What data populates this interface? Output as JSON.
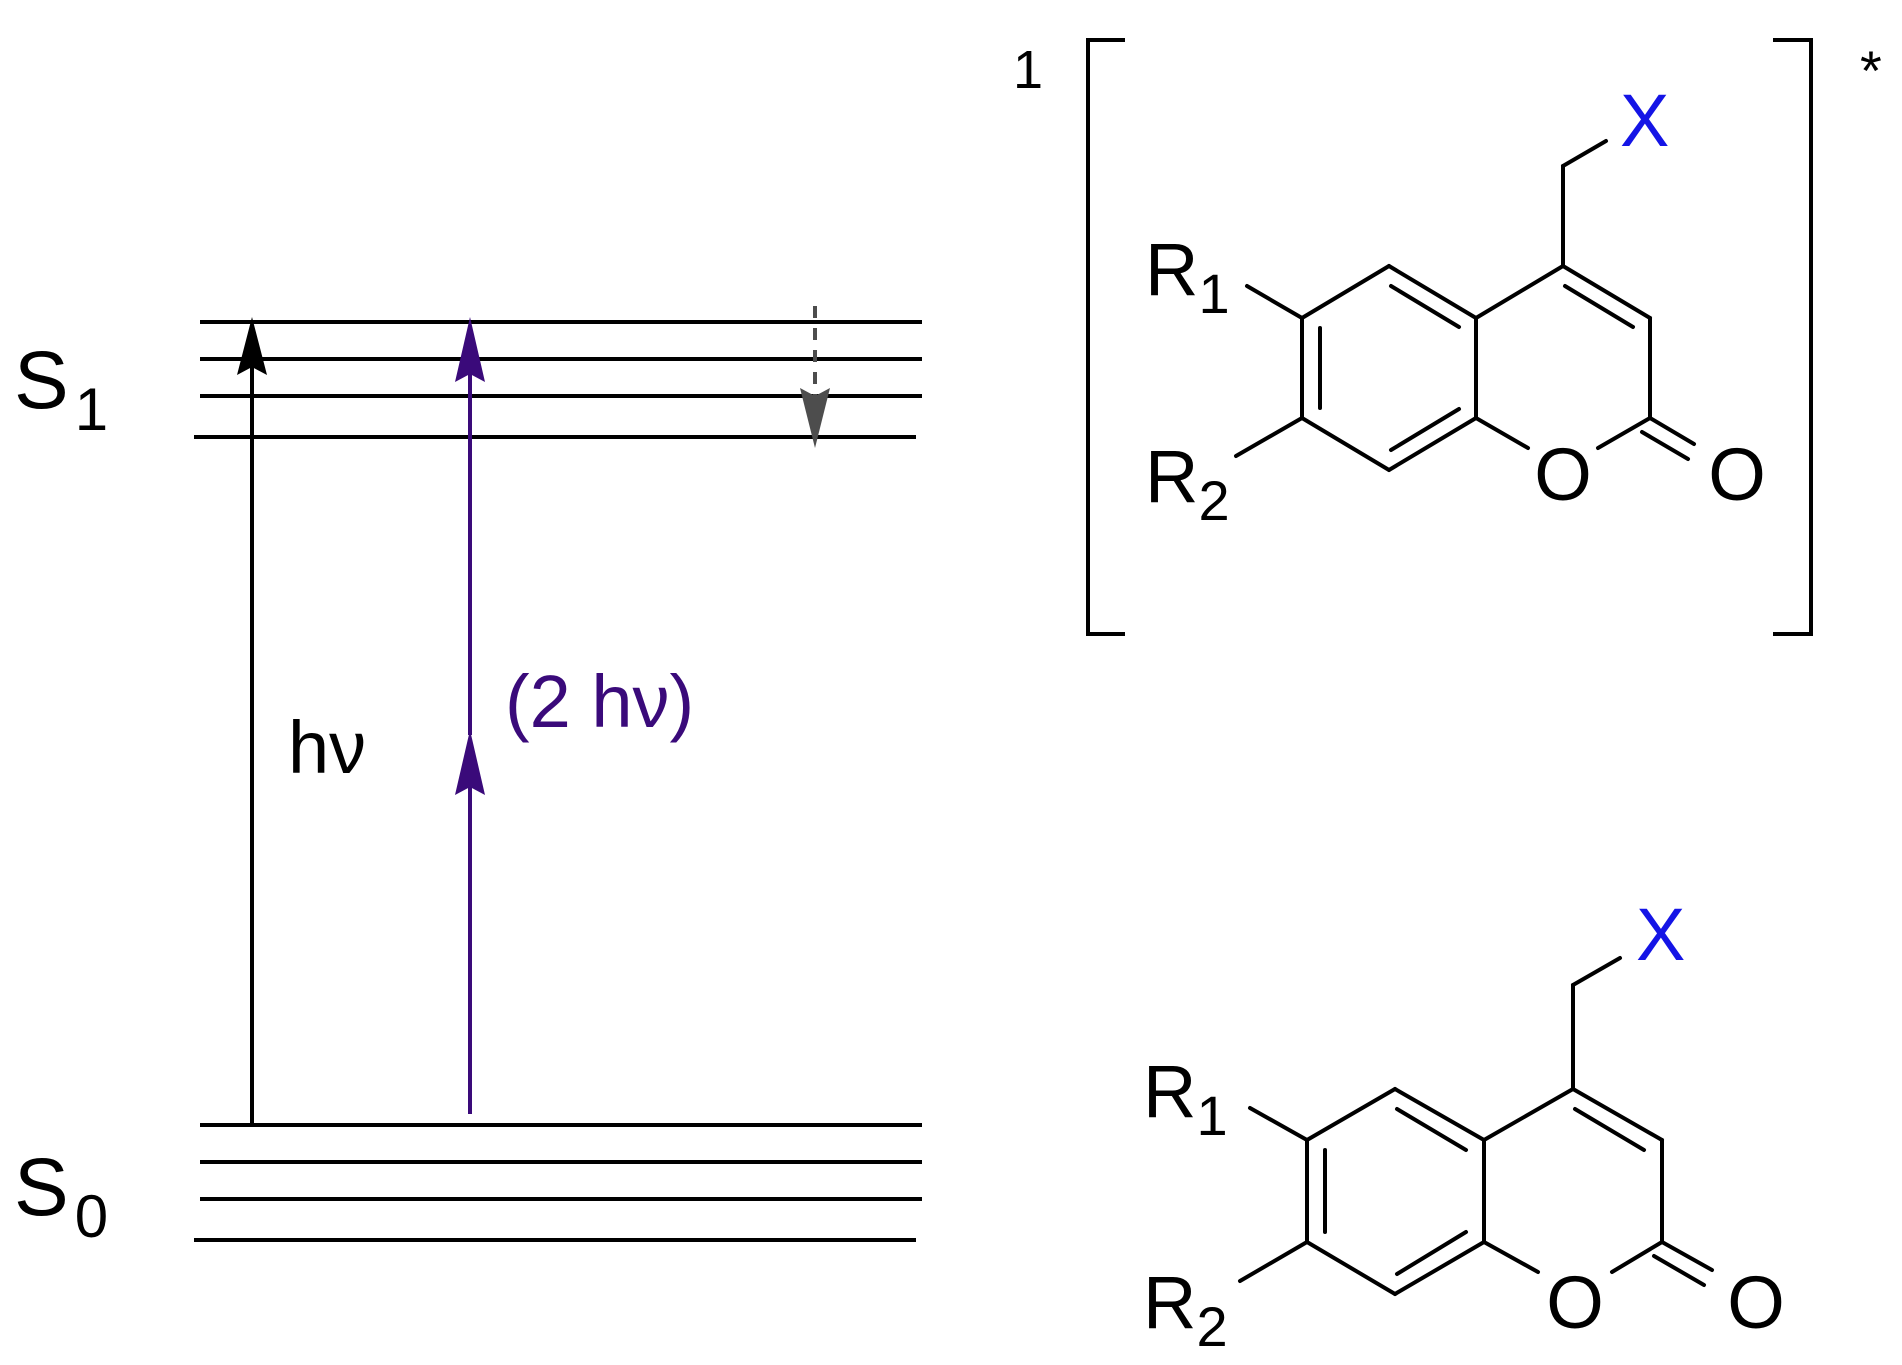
{
  "levels": {
    "s1": {
      "main": "S",
      "sub": "1"
    },
    "s0": {
      "main": "S",
      "sub": "0"
    }
  },
  "transitions": {
    "one_photon": {
      "label": "hν",
      "color": "#000000"
    },
    "two_photon": {
      "label": "(2 hν)",
      "color": "#3a0a7a"
    },
    "relaxation": {
      "color": "#4d4d4d"
    }
  },
  "excited_molecule": {
    "multiplicity": "1",
    "excited_mark": "*",
    "leaving_group": "X",
    "substituent_1": {
      "main": "R",
      "sub": "1"
    },
    "substituent_2": {
      "main": "R",
      "sub": "2"
    },
    "ring_oxygen": "O",
    "carbonyl_oxygen": "O"
  },
  "ground_molecule": {
    "leaving_group": "X",
    "substituent_1": {
      "main": "R",
      "sub": "1"
    },
    "substituent_2": {
      "main": "R",
      "sub": "2"
    },
    "ring_oxygen": "O",
    "carbonyl_oxygen": "O"
  },
  "colors": {
    "leaving_group": "#1414e6",
    "lines": "#000000"
  }
}
